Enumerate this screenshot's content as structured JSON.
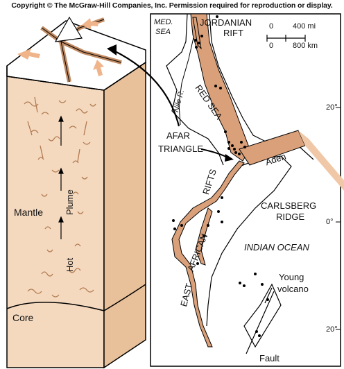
{
  "copyright": "Copyright © The McGraw-Hill Companies, Inc. Permission required for reproduction or display.",
  "block_labels": {
    "mantle": "Mantle",
    "core": "Core",
    "plume": "Plume",
    "hot": "Hot"
  },
  "map_labels": {
    "med_sea_1": "MED.",
    "med_sea_2": "SEA",
    "jordanian_1": "JORDANIAN",
    "jordanian_2": "RIFT",
    "nile": "Nile R.",
    "red_sea": "RED SEA",
    "afar_1": "AFAR",
    "afar_2": "TRIANGLE",
    "aden": "Aden",
    "rifts": "RIFTS",
    "african": "AFRICAN",
    "east": "EAST",
    "carlsberg_1": "CARLSBERG",
    "carlsberg_2": "RIDGE",
    "indian_ocean": "INDIAN OCEAN",
    "young_1": "Young",
    "young_2": "volcano",
    "fault": "Fault"
  },
  "latitudes": [
    "20°",
    "0°",
    "20°"
  ],
  "scale": {
    "top_zero": "0",
    "top_value": "400 mi",
    "bottom_zero": "0",
    "bottom_value": "800 km"
  },
  "colors": {
    "plume_fill": "#f4d9bf",
    "rift_fill": "#d9a07a",
    "crust_top": "#ffffff",
    "arrow": "#f0b48a"
  }
}
